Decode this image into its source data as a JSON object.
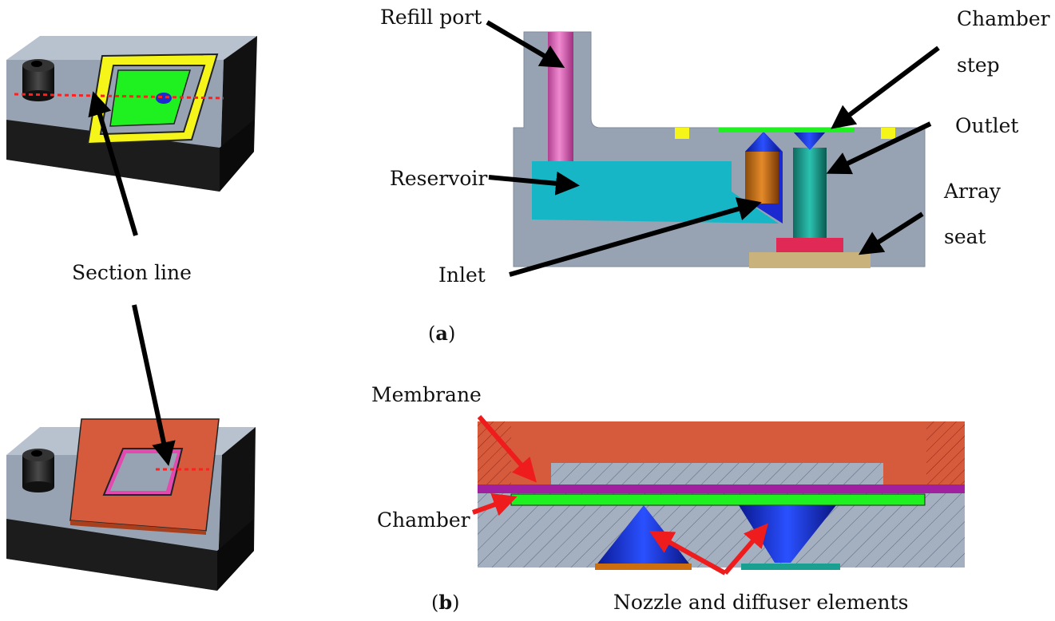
{
  "labels": {
    "section_line": "Section line",
    "refill_port": "Refill port",
    "chamber_step_1": "Chamber",
    "chamber_step_2": "step",
    "outlet": "Outlet",
    "array_seat_1": "Array",
    "array_seat_2": "seat",
    "reservoir": "Reservoir",
    "inlet": "Inlet",
    "membrane": "Membrane",
    "chamber": "Chamber",
    "nozzle_diffuser": "Nozzle and diffuser elements"
  },
  "captions": {
    "a_open": "(",
    "a_letter": "a",
    "a_close": ")",
    "b_open": "(",
    "b_letter": "b",
    "b_close": ")"
  },
  "colors": {
    "body_grey": "#97a3b2",
    "body_dark": "#1c1c1c",
    "green": "#1ff01f",
    "yellow": "#f5f51a",
    "pink_port": "#e070c0",
    "cyan_reservoir": "#16b6c6",
    "orange_inlet": "#cc6e10",
    "teal_outlet": "#1aa090",
    "red_seat": "#e02a55",
    "tan_array": "#c9b27c",
    "blue_cone": "#1428d8",
    "orange_cover": "#d65a3c",
    "purple_membrane": "#a020a0",
    "red_arrow": "#ee1c1c",
    "black_arrow": "#000000",
    "section_red": "#ff2020"
  }
}
